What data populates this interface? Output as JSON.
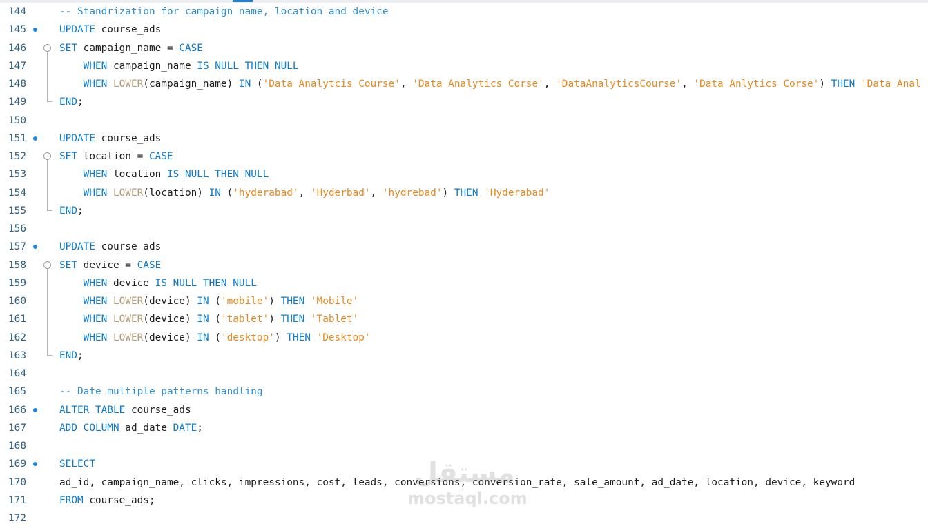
{
  "colors": {
    "keyword": "#0c7cd0",
    "string": "#e7891d",
    "function": "#b39c78",
    "comment": "#2f8fd5",
    "identifier": "#1e1e1e",
    "line_number": "#2e5f80",
    "breakpoint_dot": "#1b86e0"
  },
  "watermark": {
    "arabic": "مستقل",
    "text": "mostaql.com"
  },
  "lines": [
    {
      "n": "144",
      "indent": 0,
      "tokens": [
        [
          "c",
          "-- Standrization for campaign name, location and device"
        ]
      ]
    },
    {
      "n": "145",
      "dot": true,
      "indent": 0,
      "tokens": [
        [
          "k",
          "UPDATE"
        ],
        [
          "i",
          " course_ads"
        ]
      ]
    },
    {
      "n": "146",
      "fold": "start",
      "indent": 0,
      "tokens": [
        [
          "k",
          "SET"
        ],
        [
          "i",
          " campaign_name = "
        ],
        [
          "k",
          "CASE"
        ]
      ]
    },
    {
      "n": "147",
      "fold": "mid",
      "indent": 1,
      "tokens": [
        [
          "k",
          "WHEN"
        ],
        [
          "i",
          " campaign_name "
        ],
        [
          "k",
          "IS NULL THEN NULL"
        ]
      ]
    },
    {
      "n": "148",
      "fold": "mid",
      "indent": 1,
      "tokens": [
        [
          "k",
          "WHEN"
        ],
        [
          "f",
          " LOWER"
        ],
        [
          "i",
          "(campaign_name) "
        ],
        [
          "k",
          "IN"
        ],
        [
          "i",
          " ("
        ],
        [
          "s",
          "'Data Analytcis Course'"
        ],
        [
          "i",
          ", "
        ],
        [
          "s",
          "'Data Analytics Corse'"
        ],
        [
          "i",
          ", "
        ],
        [
          "s",
          "'DataAnalyticsCourse'"
        ],
        [
          "i",
          ", "
        ],
        [
          "s",
          "'Data Anlytics Corse'"
        ],
        [
          "i",
          ") "
        ],
        [
          "k",
          "THEN"
        ],
        [
          "s",
          " 'Data Anal"
        ]
      ]
    },
    {
      "n": "149",
      "fold": "end",
      "indent": 0,
      "tokens": [
        [
          "k",
          "END"
        ],
        [
          "i",
          ";"
        ]
      ]
    },
    {
      "n": "150",
      "indent": 0,
      "tokens": []
    },
    {
      "n": "151",
      "dot": true,
      "indent": 0,
      "tokens": [
        [
          "k",
          "UPDATE"
        ],
        [
          "i",
          " course_ads"
        ]
      ]
    },
    {
      "n": "152",
      "fold": "start",
      "indent": 0,
      "tokens": [
        [
          "k",
          "SET"
        ],
        [
          "i",
          " location = "
        ],
        [
          "k",
          "CASE"
        ]
      ]
    },
    {
      "n": "153",
      "fold": "mid",
      "indent": 1,
      "tokens": [
        [
          "k",
          "WHEN"
        ],
        [
          "i",
          " location "
        ],
        [
          "k",
          "IS NULL THEN NULL"
        ]
      ]
    },
    {
      "n": "154",
      "fold": "mid",
      "indent": 1,
      "tokens": [
        [
          "k",
          "WHEN"
        ],
        [
          "f",
          " LOWER"
        ],
        [
          "i",
          "(location) "
        ],
        [
          "k",
          "IN"
        ],
        [
          "i",
          " ("
        ],
        [
          "s",
          "'hyderabad'"
        ],
        [
          "i",
          ", "
        ],
        [
          "s",
          "'Hyderbad'"
        ],
        [
          "i",
          ", "
        ],
        [
          "s",
          "'hydrebad'"
        ],
        [
          "i",
          ") "
        ],
        [
          "k",
          "THEN"
        ],
        [
          "s",
          " 'Hyderabad'"
        ]
      ]
    },
    {
      "n": "155",
      "fold": "end",
      "indent": 0,
      "tokens": [
        [
          "k",
          "END"
        ],
        [
          "i",
          ";"
        ]
      ]
    },
    {
      "n": "156",
      "indent": 0,
      "tokens": []
    },
    {
      "n": "157",
      "dot": true,
      "indent": 0,
      "tokens": [
        [
          "k",
          "UPDATE"
        ],
        [
          "i",
          " course_ads"
        ]
      ]
    },
    {
      "n": "158",
      "fold": "start",
      "indent": 0,
      "tokens": [
        [
          "k",
          "SET"
        ],
        [
          "i",
          " device = "
        ],
        [
          "k",
          "CASE"
        ]
      ]
    },
    {
      "n": "159",
      "fold": "mid",
      "indent": 1,
      "tokens": [
        [
          "k",
          "WHEN"
        ],
        [
          "i",
          " device "
        ],
        [
          "k",
          "IS NULL THEN NULL"
        ]
      ]
    },
    {
      "n": "160",
      "fold": "mid",
      "indent": 1,
      "tokens": [
        [
          "k",
          "WHEN"
        ],
        [
          "f",
          " LOWER"
        ],
        [
          "i",
          "(device) "
        ],
        [
          "k",
          "IN"
        ],
        [
          "i",
          " ("
        ],
        [
          "s",
          "'mobile'"
        ],
        [
          "i",
          ") "
        ],
        [
          "k",
          "THEN"
        ],
        [
          "s",
          " 'Mobile'"
        ]
      ]
    },
    {
      "n": "161",
      "fold": "mid",
      "indent": 1,
      "tokens": [
        [
          "k",
          "WHEN"
        ],
        [
          "f",
          " LOWER"
        ],
        [
          "i",
          "(device) "
        ],
        [
          "k",
          "IN"
        ],
        [
          "i",
          " ("
        ],
        [
          "s",
          "'tablet'"
        ],
        [
          "i",
          ") "
        ],
        [
          "k",
          "THEN"
        ],
        [
          "s",
          " 'Tablet'"
        ]
      ]
    },
    {
      "n": "162",
      "fold": "mid",
      "indent": 1,
      "tokens": [
        [
          "k",
          "WHEN"
        ],
        [
          "f",
          " LOWER"
        ],
        [
          "i",
          "(device) "
        ],
        [
          "k",
          "IN"
        ],
        [
          "i",
          " ("
        ],
        [
          "s",
          "'desktop'"
        ],
        [
          "i",
          ") "
        ],
        [
          "k",
          "THEN"
        ],
        [
          "s",
          " 'Desktop'"
        ]
      ]
    },
    {
      "n": "163",
      "fold": "end",
      "indent": 0,
      "tokens": [
        [
          "k",
          "END"
        ],
        [
          "i",
          ";"
        ]
      ]
    },
    {
      "n": "164",
      "indent": 0,
      "tokens": []
    },
    {
      "n": "165",
      "indent": 0,
      "tokens": [
        [
          "c",
          "-- Date multiple patterns handling"
        ]
      ]
    },
    {
      "n": "166",
      "dot": true,
      "indent": 0,
      "tokens": [
        [
          "k",
          "ALTER TABLE"
        ],
        [
          "i",
          " course_ads"
        ]
      ]
    },
    {
      "n": "167",
      "indent": 0,
      "tokens": [
        [
          "k",
          "ADD COLUMN"
        ],
        [
          "i",
          " ad_date "
        ],
        [
          "k",
          "DATE"
        ],
        [
          "i",
          ";"
        ]
      ]
    },
    {
      "n": "168",
      "indent": 0,
      "tokens": []
    },
    {
      "n": "169",
      "dot": true,
      "indent": 0,
      "tokens": [
        [
          "k",
          "SELECT"
        ]
      ]
    },
    {
      "n": "170",
      "indent": 0,
      "tokens": [
        [
          "i",
          "ad_id, campaign_name, clicks, impressions, cost, leads, conversions, conversion_rate, sale_amount, ad_date, location, device, keyword"
        ]
      ]
    },
    {
      "n": "171",
      "indent": 0,
      "tokens": [
        [
          "k",
          "FROM"
        ],
        [
          "i",
          " course_ads;"
        ]
      ]
    },
    {
      "n": "172",
      "indent": 0,
      "tokens": []
    }
  ]
}
